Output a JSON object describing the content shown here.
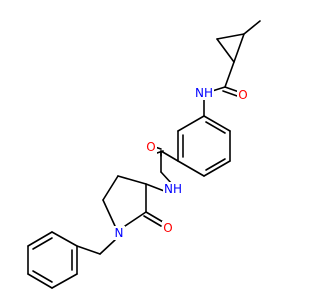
{
  "colors": {
    "bond": "#000000",
    "oxygen": "#ff0000",
    "nitrogen": "#0000ff",
    "background": "#ffffff"
  },
  "atoms": {
    "o_cyclopropane_amide": "O",
    "nh_cyclopropane_amide": "NH",
    "o_benzamide": "O",
    "nh_benzamide": "NH",
    "n_pyrrolidinone": "N",
    "o_pyrrolidinone": "O"
  }
}
